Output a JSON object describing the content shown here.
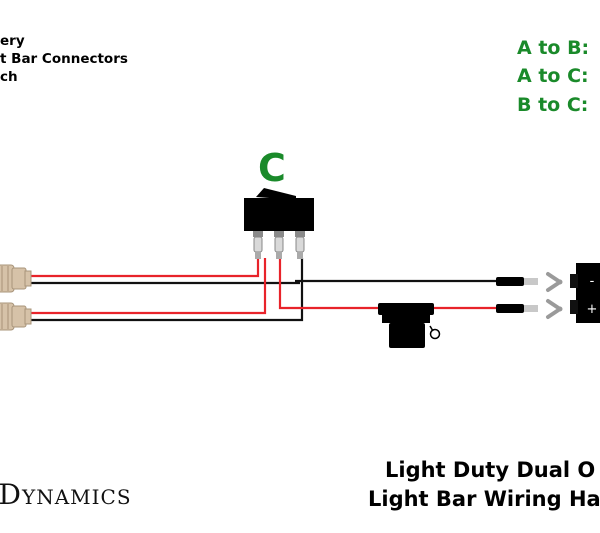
{
  "colors": {
    "positive_wire": "#e8232a",
    "negative_wire": "#111111",
    "connection_label": "#1a8a2a",
    "connector_body": "#d6c2a8",
    "component_body": "#000000"
  },
  "legend": [
    "ery",
    "t Bar Connectors",
    "ch"
  ],
  "connections": [
    "A to B:",
    "A to C:",
    "B to C:"
  ],
  "switch": {
    "letter": "C"
  },
  "battery_terminals": {
    "negative": "-",
    "positive": "+"
  },
  "brand": "de Dynamics",
  "title": {
    "line1": "Light Duty Dual O",
    "line2": "Light Bar Wiring Ha"
  },
  "icons": [
    "rocker-switch-icon",
    "inline-fuse-holder-icon",
    "ring-terminal-icon",
    "light-bar-connector-icon",
    "battery-icon"
  ]
}
